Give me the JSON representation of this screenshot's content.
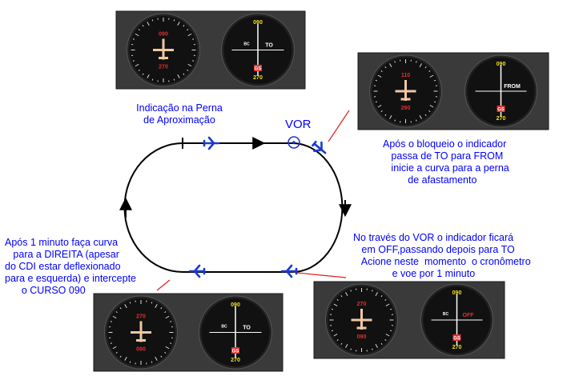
{
  "labels": {
    "approach_leg": "Indicação na Perna\nde Aproximação",
    "vor": "VOR",
    "after_station": "Após o bloqueio o indicador\n   passa de TO para FROM\n   inicie a curva para a perna\n         de afastamento",
    "abeam": "No través do VOR o indicador ficará\n   em OFF,passando depois para TO\n   Acione neste  momento  o cronômetro\n              e voe por 1 minuto",
    "after_minute": "Após 1 minuto faça curva\n   para a DIREITA (apesar\ndo CDI estar deflexionado\npara e esquerda) e intercepte\n      o CURSO 090"
  },
  "instruments": [
    {
      "id": "top",
      "adf_heading": "090",
      "adf_tail": "270",
      "hsi_top": "090",
      "hsi_bottom": "270",
      "hsi_flag": "TO",
      "hsi_gs": "GS",
      "hsi_bc": "BC"
    },
    {
      "id": "right",
      "adf_heading": "110",
      "adf_tail": "290",
      "hsi_top": "090",
      "hsi_bottom": "270",
      "hsi_flag": "FROM",
      "hsi_gs": "GS",
      "hsi_bc": ""
    },
    {
      "id": "bottom-right",
      "adf_heading": "270",
      "adf_tail": "090",
      "hsi_top": "090",
      "hsi_bottom": "270",
      "hsi_flag": "OFF",
      "hsi_gs": "GS",
      "hsi_bc": "BC"
    },
    {
      "id": "bottom-left",
      "adf_heading": "270",
      "adf_tail": "090",
      "hsi_top": "090",
      "hsi_bottom": "270",
      "hsi_flag": "TO",
      "hsi_gs": "GS",
      "hsi_bc": "BC"
    }
  ],
  "colors": {
    "text": "#0000ff",
    "track": "#000000",
    "aircraft": "#1a3ad0",
    "pointer": "#e02020",
    "instrument_face": "#111111",
    "panel": "#3a3a3a",
    "dial_red": "#e03030",
    "dial_yellow": "#f0e020"
  }
}
